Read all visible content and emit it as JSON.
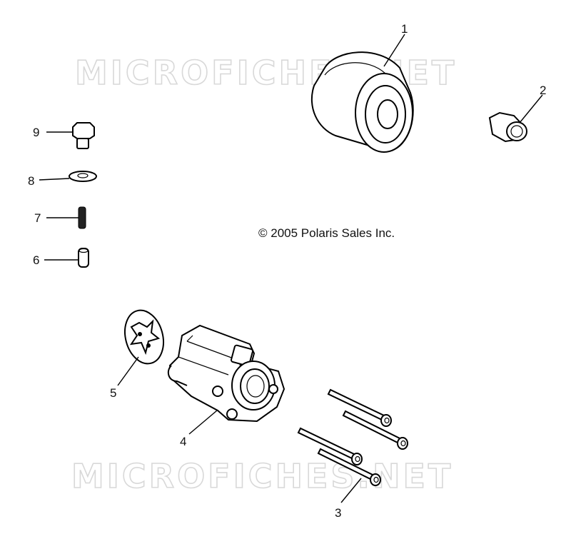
{
  "watermark": {
    "text": "MICROFICHES.NET"
  },
  "copyright": "© 2005 Polaris Sales Inc.",
  "callouts": {
    "c1": "1",
    "c2": "2",
    "c3": "3",
    "c4": "4",
    "c5": "5",
    "c6": "6",
    "c7": "7",
    "c8": "8",
    "c9": "9"
  }
}
